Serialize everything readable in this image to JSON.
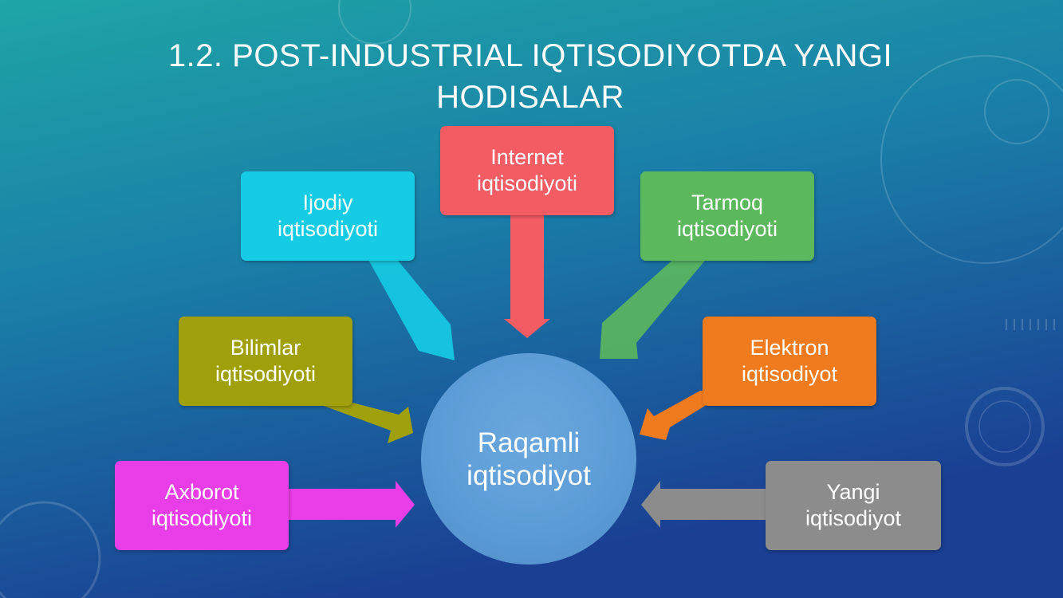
{
  "slide": {
    "title_line1": "1.2. POST-INDUSTRIAL IQTISODIYOTDA YANGI",
    "title_line2": "HODISALAR"
  },
  "diagram": {
    "center": {
      "line1": "Raqamli",
      "line2": "iqtisodiyot",
      "color": "#5b9bd5"
    },
    "nodes": [
      {
        "id": "internet",
        "line1": "Internet",
        "line2": "iqtisodiyoti",
        "color": "#f45c64"
      },
      {
        "id": "ijodiy",
        "line1": "Ijodiy",
        "line2": "iqtisodiyoti",
        "color": "#16cce4"
      },
      {
        "id": "tarmoq",
        "line1": "Tarmoq",
        "line2": "iqtisodiyoti",
        "color": "#5cb85c"
      },
      {
        "id": "bilimlar",
        "line1": "Bilimlar",
        "line2": "iqtisodiyoti",
        "color": "#a0a00c"
      },
      {
        "id": "elektron",
        "line1": "Elektron",
        "line2": "iqtisodiyot",
        "color": "#f07a1e"
      },
      {
        "id": "axborot",
        "line1": "Axborot",
        "line2": "iqtisodiyoti",
        "color": "#e93ee7"
      },
      {
        "id": "yangi",
        "line1": "Yangi",
        "line2": "iqtisodiyot",
        "color": "#8c8c8c"
      }
    ]
  }
}
